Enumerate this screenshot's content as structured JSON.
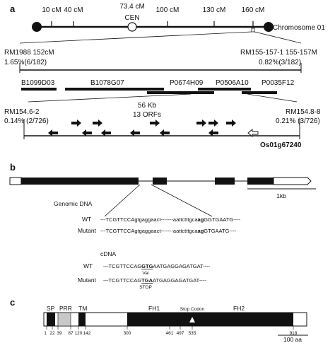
{
  "panels": {
    "a": "a",
    "b": "b",
    "c": "c"
  },
  "panel_a": {
    "chromosome": {
      "name": "Chromosome 01",
      "markers": [
        "10 cM",
        "40 cM",
        "73.4 cM",
        "100 cM",
        "130 cM",
        "160 cM"
      ],
      "centromere": "CEN"
    },
    "left_marker": {
      "name": "RM1988 152cM",
      "freq": "1.65%(6/182)"
    },
    "right_marker": {
      "name": "RM155-157-1 155-157M",
      "freq": "0.82%(3/182)"
    },
    "bacs": [
      "B1099D03",
      "B1078G07",
      "P0674H09",
      "P0506A10",
      "P0035F12"
    ],
    "fine_left": {
      "name": "RM154.6-2",
      "freq": "0.14% (2/726)"
    },
    "fine_right": {
      "name": "RM154.8-8",
      "freq": "0.21% (3/726)"
    },
    "region": {
      "size": "56 Kb",
      "orfs": "13 ORFs"
    },
    "gene": "Os01g67240"
  },
  "panel_b": {
    "scale": "1kb",
    "genomic_label": "Genomic DNA",
    "wt_label": "WT",
    "mutant_label": "Mutant",
    "genomic_wt": {
      "a": "---TCGTTCCAgtgaggaact-------aattctttgca",
      "b": "ag",
      "c": "GGTGAATG----"
    },
    "genomic_mut": {
      "a": "---TCGTTCCAgtgaggaact-------aattctttgca",
      "b": "ag",
      "c": "GTGAATG----"
    },
    "cdna_label": "cDNA",
    "cdna_wt": {
      "a": "---TCGTTCCAG",
      "b": "GTG",
      "c": "AATGAGGAGATGAT----",
      "sub": "Val"
    },
    "cdna_mut": {
      "a": "---TCGTTCCAG",
      "b": "TGA",
      "c": "ATGAGGAGATGAT----",
      "sub": "STOP"
    }
  },
  "panel_c": {
    "domains": [
      "SP",
      "PRR",
      "TM",
      "FH1",
      "Stop Codon",
      "FH2"
    ],
    "positions": [
      "1",
      "22",
      "39",
      "87",
      "120",
      "142",
      "300",
      "461",
      "497",
      "535",
      "918"
    ],
    "scale": "100 aa"
  }
}
